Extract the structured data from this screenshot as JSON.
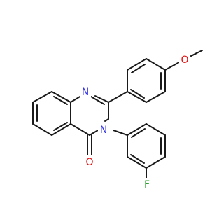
{
  "molecule": {
    "atoms": [
      {
        "id": "N1",
        "symbol": "N",
        "color": "#3131e6"
      },
      {
        "id": "N3",
        "symbol": "N",
        "color": "#3131e6"
      },
      {
        "id": "O_carbonyl",
        "symbol": "O",
        "color": "#e60f0f"
      },
      {
        "id": "O_methoxy",
        "symbol": "O",
        "color": "#e60f0f"
      },
      {
        "id": "F",
        "symbol": "F",
        "color": "#2e9e2e"
      }
    ],
    "bond_color": "#1a1a1a",
    "background": "#ffffff"
  }
}
